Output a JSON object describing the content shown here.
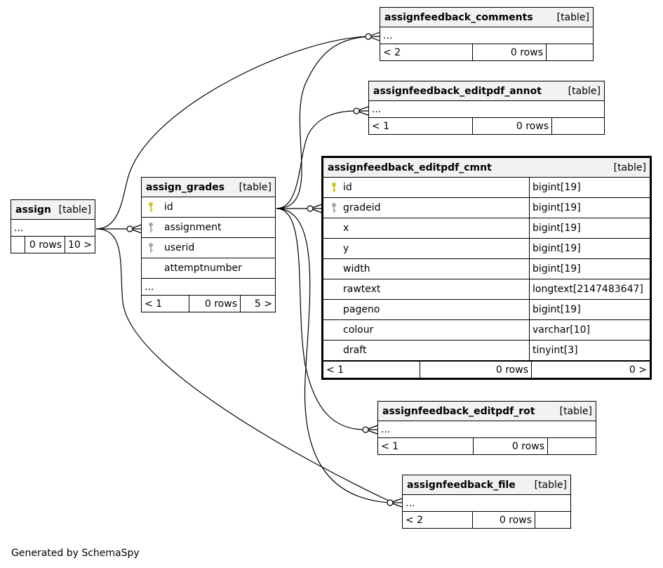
{
  "credit": "Generated by SchemaSpy",
  "tables": {
    "assign": {
      "name": "assign",
      "kind": "[table]",
      "ellipsis": "...",
      "footer": [
        "",
        "0 rows",
        "10 >"
      ]
    },
    "assign_grades": {
      "name": "assign_grades",
      "kind": "[table]",
      "ellipsis": "...",
      "columns": [
        {
          "name": "id",
          "key": "primary"
        },
        {
          "name": "assignment",
          "key": "foreign"
        },
        {
          "name": "userid",
          "key": "foreign"
        },
        {
          "name": "attemptnumber",
          "key": "none"
        }
      ],
      "footer": [
        "< 1",
        "0 rows",
        "5 >"
      ]
    },
    "assignfeedback_comments": {
      "name": "assignfeedback_comments",
      "kind": "[table]",
      "ellipsis": "...",
      "footer": [
        "< 2",
        "0 rows",
        ""
      ]
    },
    "assignfeedback_editpdf_annot": {
      "name": "assignfeedback_editpdf_annot",
      "kind": "[table]",
      "ellipsis": "...",
      "footer": [
        "< 1",
        "0 rows",
        ""
      ]
    },
    "assignfeedback_editpdf_cmnt": {
      "name": "assignfeedback_editpdf_cmnt",
      "kind": "[table]",
      "columns": [
        {
          "name": "id",
          "type": "bigint[19]",
          "key": "primary"
        },
        {
          "name": "gradeid",
          "type": "bigint[19]",
          "key": "foreign"
        },
        {
          "name": "x",
          "type": "bigint[19]",
          "key": "none"
        },
        {
          "name": "y",
          "type": "bigint[19]",
          "key": "none"
        },
        {
          "name": "width",
          "type": "bigint[19]",
          "key": "none"
        },
        {
          "name": "rawtext",
          "type": "longtext[2147483647]",
          "key": "none"
        },
        {
          "name": "pageno",
          "type": "bigint[19]",
          "key": "none"
        },
        {
          "name": "colour",
          "type": "varchar[10]",
          "key": "none"
        },
        {
          "name": "draft",
          "type": "tinyint[3]",
          "key": "none"
        }
      ],
      "footer": [
        "< 1",
        "0 rows",
        "0 >"
      ]
    },
    "assignfeedback_editpdf_rot": {
      "name": "assignfeedback_editpdf_rot",
      "kind": "[table]",
      "ellipsis": "...",
      "footer": [
        "< 1",
        "0 rows",
        ""
      ]
    },
    "assignfeedback_file": {
      "name": "assignfeedback_file",
      "kind": "[table]",
      "ellipsis": "...",
      "footer": [
        "< 2",
        "0 rows",
        ""
      ]
    }
  },
  "colors": {
    "primary_key": "#d4c21a",
    "foreign_key": "#a8a8a8",
    "line": "#000000",
    "header_bg": "#f2f2f2"
  },
  "icons": {
    "primary_key": "key-icon",
    "foreign_key": "key-icon"
  }
}
